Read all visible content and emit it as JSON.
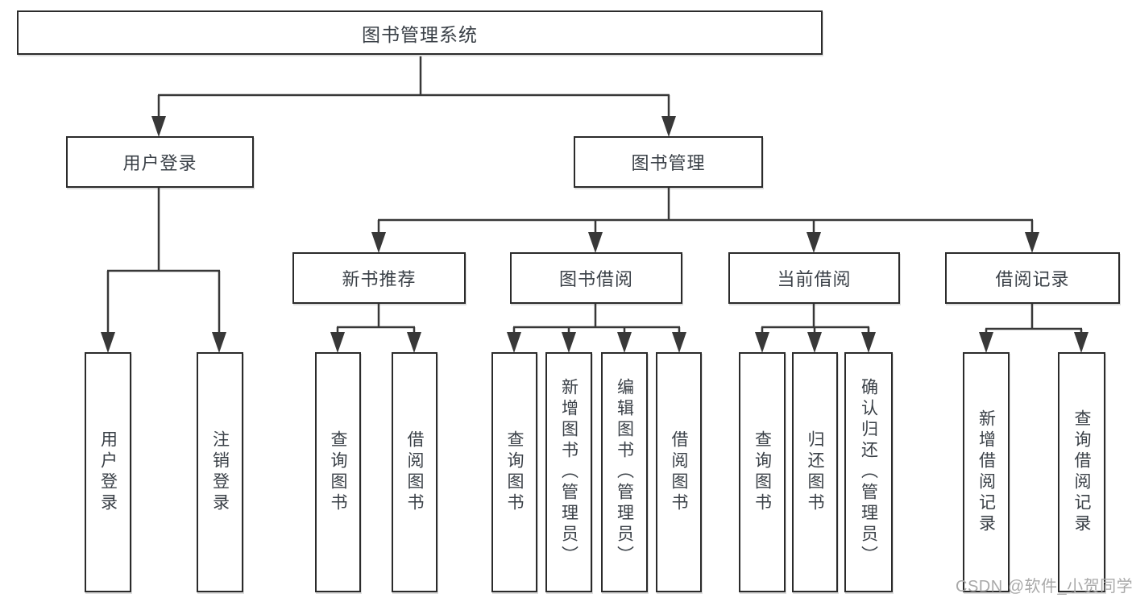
{
  "diagram": {
    "root": "图书管理系统",
    "branches": [
      {
        "label": "用户登录",
        "leaves": [
          "用户登录",
          "注销登录"
        ]
      },
      {
        "label": "图书管理",
        "groups": [
          {
            "label": "新书推荐",
            "leaves": [
              "查询图书",
              "借阅图书"
            ]
          },
          {
            "label": "图书借阅",
            "leaves": [
              "查询图书",
              "新增图书（管理员）",
              "编辑图书（管理员）",
              "借阅图书"
            ]
          },
          {
            "label": "当前借阅",
            "leaves": [
              "查询图书",
              "归还图书",
              "确认归还（管理员）"
            ]
          },
          {
            "label": "借阅记录",
            "leaves": [
              "新增借阅记录",
              "查询借阅记录"
            ]
          }
        ]
      }
    ]
  },
  "watermark": "CSDN @软件_小贺同学",
  "colors": {
    "line": "#383838",
    "box_border": "#2b2b2b",
    "text": "#3a4047",
    "watermark": "#a9a9a9",
    "background": "#ffffff"
  }
}
